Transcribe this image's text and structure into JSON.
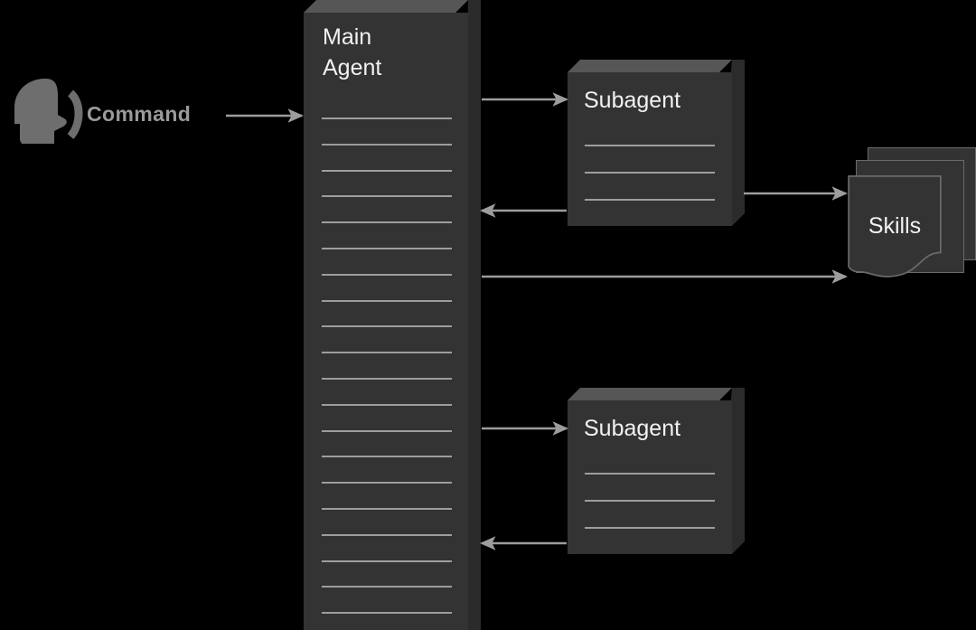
{
  "diagram": {
    "title": "Main Agent and Subagent orchestration with Skills",
    "background_color": "#000000",
    "palette": {
      "box_front": "#333333",
      "box_top": "#565656",
      "box_side": "#2b2b2b",
      "rule": "#9d9d9d",
      "text": "#f2f2f2",
      "label_text": "#9a9a9a",
      "arrow": "#9d9d9d",
      "icon": "#6e6e6e"
    }
  },
  "actor": {
    "icon_name": "speaking-head-icon",
    "label": "Command"
  },
  "main_agent": {
    "title": "Main\nAgent",
    "rule_count": 20
  },
  "subagents": [
    {
      "title": "Subagent",
      "rule_count": 3
    },
    {
      "title": "Subagent",
      "rule_count": 3
    }
  ],
  "skills": {
    "label": "Skills",
    "sheet_count": 3
  },
  "arrows": [
    {
      "name": "command-to-main-agent",
      "from": "Command",
      "to": "Main Agent",
      "direction": "right"
    },
    {
      "name": "main-agent-to-subagent-1",
      "from": "Main Agent",
      "to": "Subagent",
      "direction": "right"
    },
    {
      "name": "subagent-1-to-main-agent",
      "from": "Subagent",
      "to": "Main Agent",
      "direction": "left"
    },
    {
      "name": "subagent-1-to-skills",
      "from": "Subagent",
      "to": "Skills",
      "direction": "right"
    },
    {
      "name": "main-agent-to-skills",
      "from": "Main Agent",
      "to": "Skills",
      "direction": "right"
    },
    {
      "name": "main-agent-to-subagent-2",
      "from": "Main Agent",
      "to": "Subagent",
      "direction": "right"
    },
    {
      "name": "subagent-2-to-main-agent",
      "from": "Subagent",
      "to": "Main Agent",
      "direction": "left"
    }
  ]
}
